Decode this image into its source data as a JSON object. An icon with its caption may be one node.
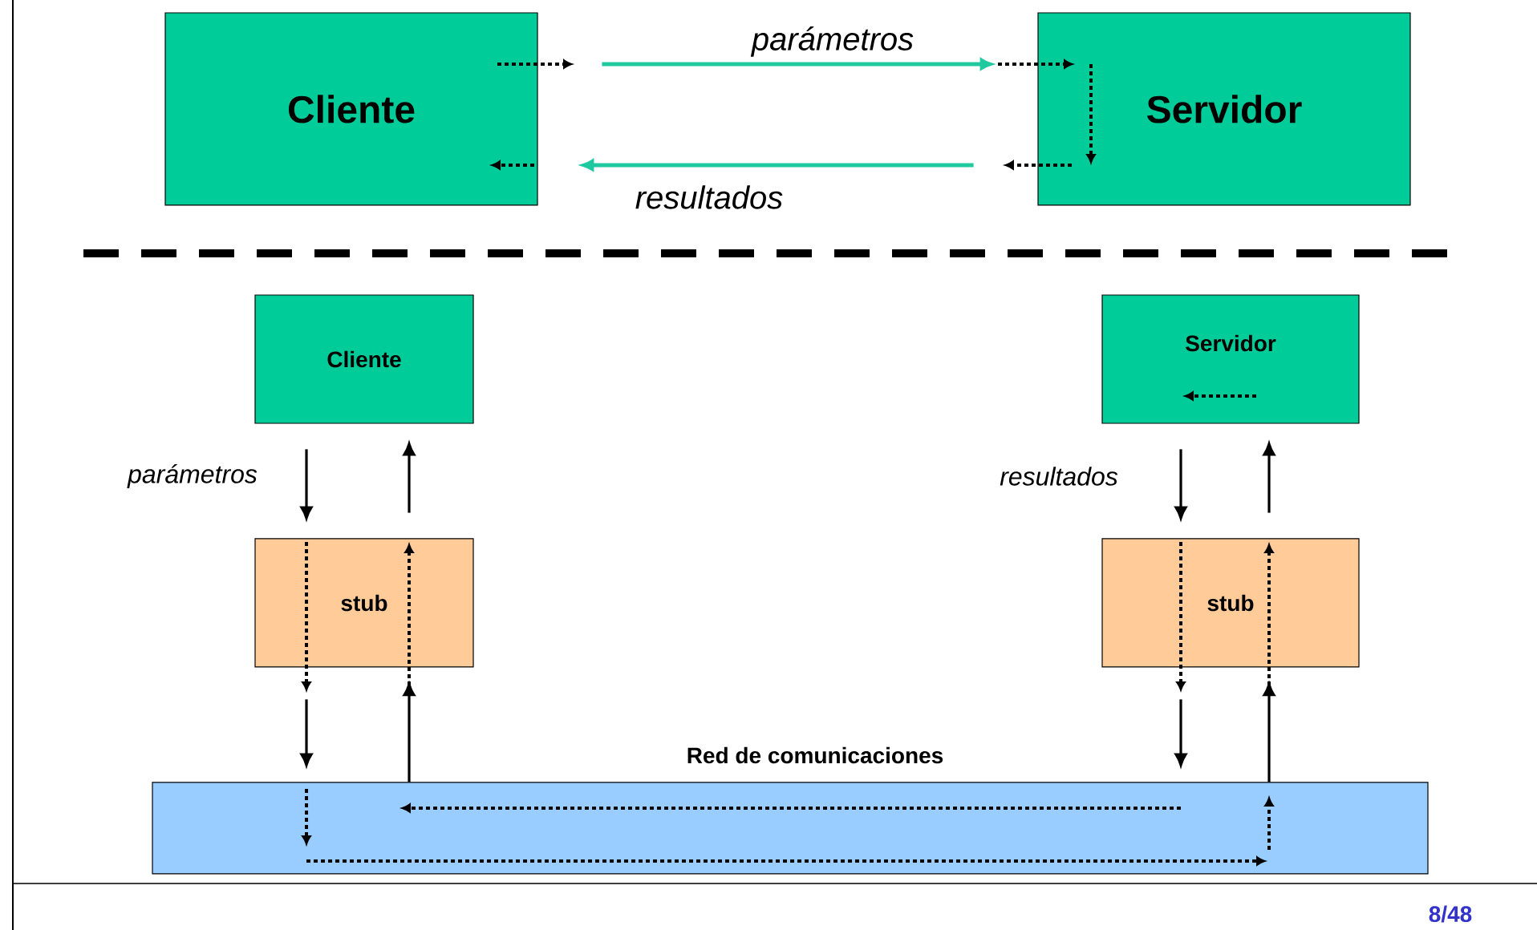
{
  "diagram": {
    "nodes": [
      {
        "text": [
          "Cliente"
        ]
      },
      {
        "text": [
          "Servidor"
        ]
      },
      {
        "text": [
          "Cliente"
        ]
      },
      {
        "text": [
          "stub"
        ]
      },
      {
        "text": [
          "Servidor"
        ]
      },
      {
        "text": [
          "stub"
        ]
      },
      {
        "text": [
          "Red de comunicaciones"
        ]
      }
    ],
    "edges": [
      {
        "from": 0,
        "to": 1,
        "arrow": "to",
        "label": "parámetros",
        "color": "#1fc9a0"
      },
      {
        "from": 1,
        "to": 0,
        "arrow": "to",
        "label": "resultados",
        "color": "#1fc9a0"
      },
      {
        "from": 2,
        "to": 3,
        "arrow": "to",
        "label": "parámetros"
      },
      {
        "from": 3,
        "to": 2,
        "arrow": "to"
      },
      {
        "from": 3,
        "to": 6,
        "arrow": "to"
      },
      {
        "from": 6,
        "to": 3,
        "arrow": "to"
      },
      {
        "from": 4,
        "to": 5,
        "arrow": "to",
        "label": "resultados"
      },
      {
        "from": 5,
        "to": 4,
        "arrow": "to"
      },
      {
        "from": 5,
        "to": 6,
        "arrow": "to"
      },
      {
        "from": 6,
        "to": 5,
        "arrow": "to"
      }
    ],
    "labels": [
      "8/48"
    ]
  }
}
